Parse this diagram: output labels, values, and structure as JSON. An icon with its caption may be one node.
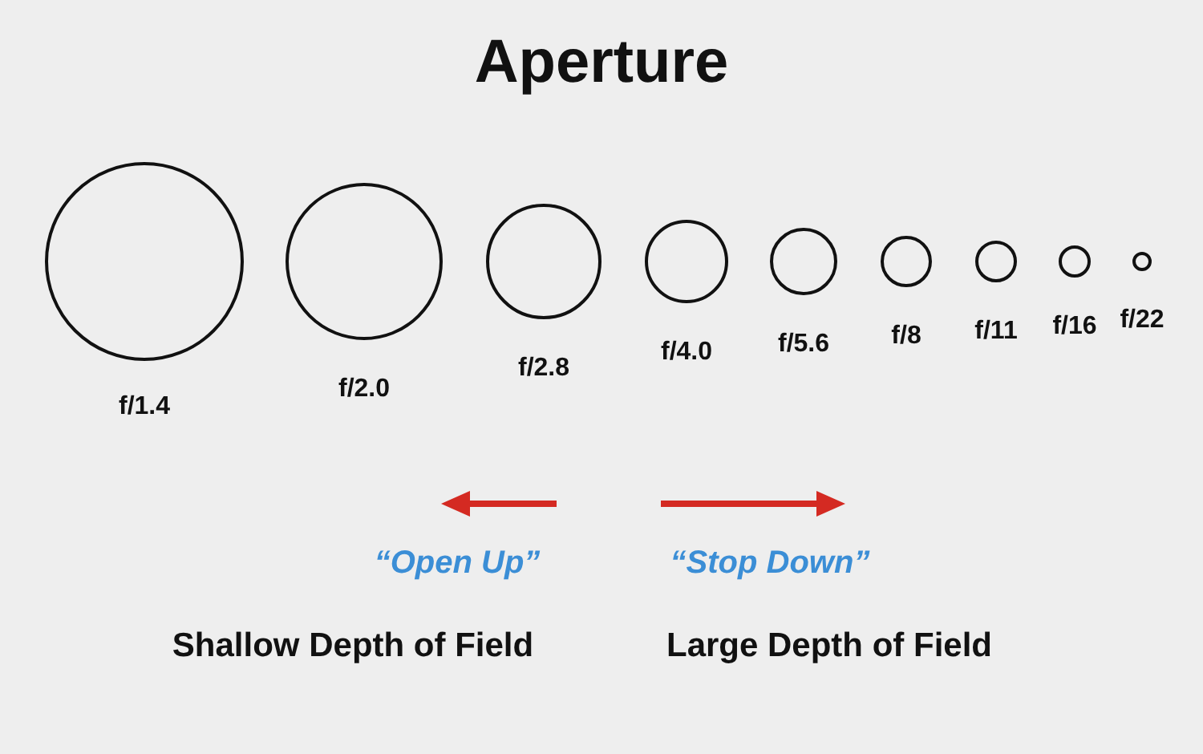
{
  "diagram": {
    "title": "Aperture",
    "nodes": [
      {
        "text": [],
        "shape": "circle",
        "beside": [
          "f/1.4"
        ]
      },
      {
        "text": [],
        "shape": "circle",
        "beside": [
          "f/2.0"
        ]
      },
      {
        "text": [],
        "shape": "circle",
        "beside": [
          "f/2.8"
        ]
      },
      {
        "text": [],
        "shape": "circle",
        "beside": [
          "f/4.0"
        ]
      },
      {
        "text": [],
        "shape": "circle",
        "beside": [
          "f/5.6"
        ]
      },
      {
        "text": [],
        "shape": "circle",
        "beside": [
          "f/8"
        ]
      },
      {
        "text": [],
        "shape": "circle",
        "beside": [
          "f/11"
        ]
      },
      {
        "text": [],
        "shape": "circle",
        "beside": [
          "f/16"
        ]
      },
      {
        "text": [],
        "shape": "circle",
        "beside": [
          "f/22"
        ]
      }
    ],
    "edges": [],
    "labels": [
      "“Open Up”",
      "“Stop Down”",
      "Shallow Depth of Field",
      "Large Depth of Field"
    ]
  }
}
